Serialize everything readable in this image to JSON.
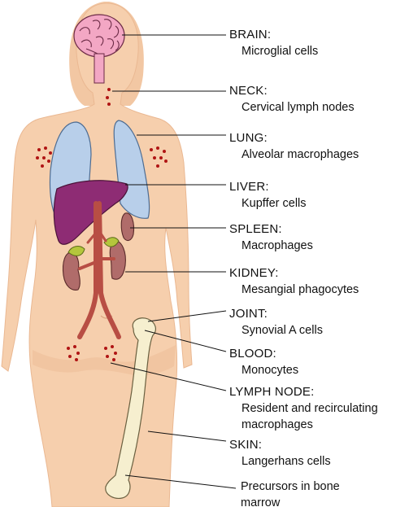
{
  "labels": [
    {
      "organ": "BRAIN:",
      "cell": "Microglial cells"
    },
    {
      "organ": "NECK:",
      "cell": "Cervical lymph nodes"
    },
    {
      "organ": "LUNG:",
      "cell": "Alveolar macrophages"
    },
    {
      "organ": "LIVER:",
      "cell": "Kupffer cells"
    },
    {
      "organ": "SPLEEN:",
      "cell": "Macrophages"
    },
    {
      "organ": "KIDNEY:",
      "cell": "Mesangial phagocytes"
    },
    {
      "organ": "JOINT:",
      "cell": "Synovial A cells"
    },
    {
      "organ": "BLOOD:",
      "cell": "Monocytes"
    },
    {
      "organ": "LYMPH NODE:",
      "cell": "Resident and recirculating",
      "cell2": "macrophages"
    },
    {
      "organ": "SKIN:",
      "cell": "Langerhans cells"
    }
  ],
  "marrow": {
    "line1": "Precursors in bone",
    "line2": "marrow"
  },
  "colors": {
    "skin": "#f6cfad",
    "skin_shadow": "#eab892",
    "brain": "#f3a7c4",
    "lung": "#b8cfea",
    "liver": "#8e2c74",
    "spleen_kidney": "#b06c6a",
    "vessel": "#b84e44",
    "adrenal": "#b4c63c",
    "bone": "#f6efcf",
    "dots": "#b01414"
  }
}
